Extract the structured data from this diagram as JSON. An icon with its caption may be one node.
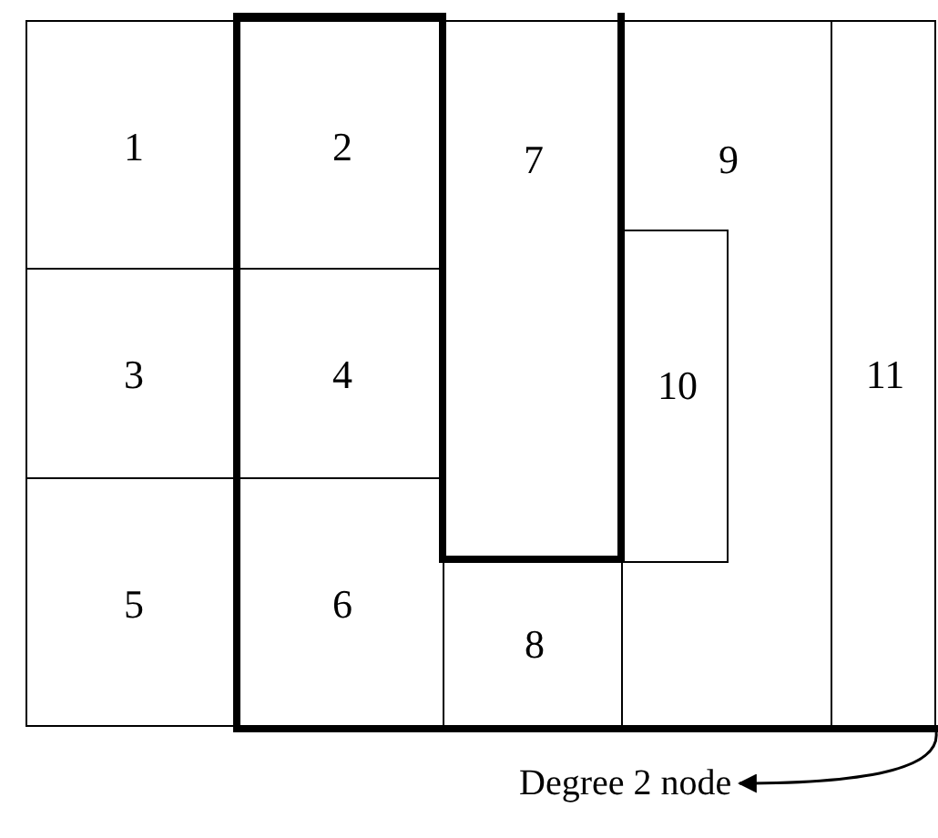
{
  "diagram": {
    "nodes": [
      {
        "text": [
          "1"
        ]
      },
      {
        "text": [
          "2"
        ]
      },
      {
        "text": [
          "3"
        ]
      },
      {
        "text": [
          "4"
        ]
      },
      {
        "text": [
          "5"
        ]
      },
      {
        "text": [
          "6"
        ]
      },
      {
        "text": [
          "7"
        ]
      },
      {
        "text": [
          "8"
        ]
      },
      {
        "text": [
          "9"
        ]
      },
      {
        "text": [
          "10"
        ],
        "in": 8
      },
      {
        "text": [
          "11"
        ]
      },
      {
        "text": [
          "Degree 2 node"
        ]
      }
    ],
    "edges": [
      {
        "from": 10,
        "to": 11,
        "arrow": "to"
      }
    ]
  }
}
